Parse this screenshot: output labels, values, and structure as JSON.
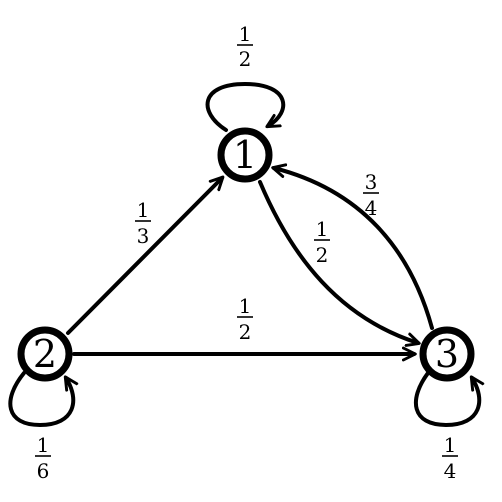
{
  "nodes": [
    {
      "id": "1",
      "label": "1"
    },
    {
      "id": "2",
      "label": "2"
    },
    {
      "id": "3",
      "label": "3"
    }
  ],
  "transitions": [
    {
      "from": "1",
      "to": "1",
      "probability": {
        "num": "1",
        "den": "2"
      }
    },
    {
      "from": "2",
      "to": "1",
      "probability": {
        "num": "1",
        "den": "3"
      }
    },
    {
      "from": "1",
      "to": "3",
      "probability": {
        "num": "1",
        "den": "2"
      }
    },
    {
      "from": "3",
      "to": "1",
      "probability": {
        "num": "3",
        "den": "4"
      }
    },
    {
      "from": "2",
      "to": "3",
      "probability": {
        "num": "1",
        "den": "2"
      }
    },
    {
      "from": "2",
      "to": "2",
      "probability": {
        "num": "1",
        "den": "6"
      }
    },
    {
      "from": "3",
      "to": "3",
      "probability": {
        "num": "1",
        "den": "4"
      }
    }
  ]
}
